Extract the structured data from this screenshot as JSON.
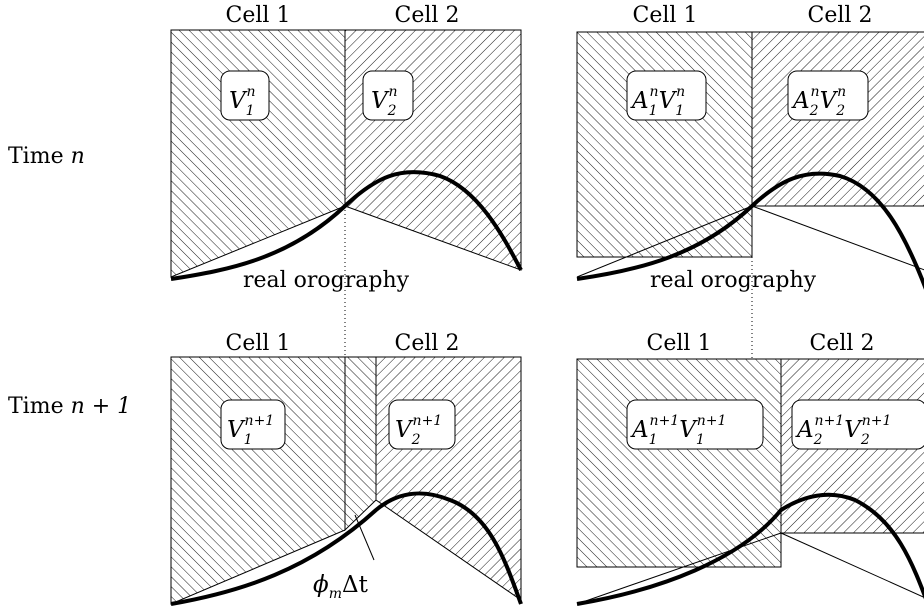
{
  "row_labels": {
    "time_n": {
      "text": "Time ",
      "var": "n"
    },
    "time_n1": {
      "text": "Time ",
      "var": "n + 1"
    }
  },
  "cell_labels": {
    "cell1": "Cell 1",
    "cell2": "Cell 2"
  },
  "orography_label": "real orography",
  "flux_label": {
    "sym": "ϕ",
    "sub": "m",
    "rest": "Δt"
  },
  "volumes": {
    "left_top": {
      "c1": {
        "base": "V",
        "sub": "1",
        "sup": "n"
      },
      "c2": {
        "base": "V",
        "sub": "2",
        "sup": "n"
      }
    },
    "left_bottom": {
      "c1": {
        "base": "V",
        "sub": "1",
        "sup": "n+1"
      },
      "c2": {
        "base": "V",
        "sub": "2",
        "sup": "n+1"
      }
    },
    "right_top": {
      "c1": {
        "a": "A",
        "asub": "1",
        "asup": "n",
        "v": "V",
        "vsub": "1",
        "vsup": "n"
      },
      "c2": {
        "a": "A",
        "asub": "2",
        "asup": "n",
        "v": "V",
        "vsub": "2",
        "vsup": "n"
      }
    },
    "right_bottom": {
      "c1": {
        "a": "A",
        "asub": "1",
        "asup": "n+1",
        "v": "V",
        "vsub": "1",
        "vsup": "n+1"
      },
      "c2": {
        "a": "A",
        "asub": "2",
        "asup": "n+1",
        "v": "V",
        "vsub": "2",
        "vsup": "n+1"
      }
    }
  }
}
